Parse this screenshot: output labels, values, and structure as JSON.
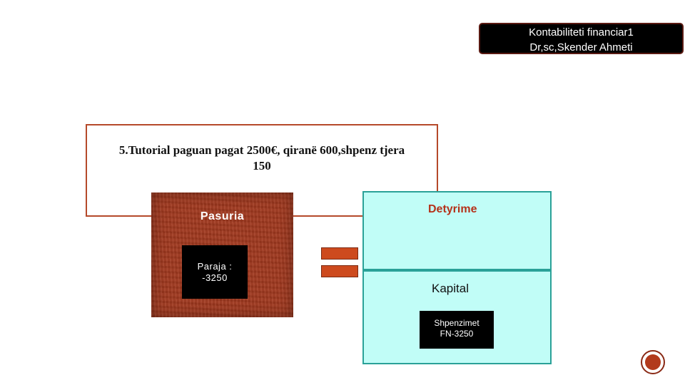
{
  "header": {
    "line1": "Kontabiliteti financiar1",
    "line2": "Dr,sc,Skender Ahmeti"
  },
  "problem": {
    "line1": "5.Tutorial paguan pagat 2500€, qiranë 600,shpenz tjera",
    "line2": "150"
  },
  "assets": {
    "title": "Pasuria",
    "cash_label": "Paraja :",
    "cash_value": "-3250"
  },
  "liabilities": {
    "title": "Detyrime"
  },
  "equity": {
    "title": "Kapital",
    "expense_label": "Shpenzimet",
    "expense_value": "FN-3250"
  },
  "colors": {
    "accent": "#cd4a1e",
    "assets_bg": "#a1391f",
    "right_bg": "#c1fdf7",
    "right_border": "#2aa198",
    "liab_title": "#b5321a"
  },
  "page_badge_icon": "page-number-circle"
}
